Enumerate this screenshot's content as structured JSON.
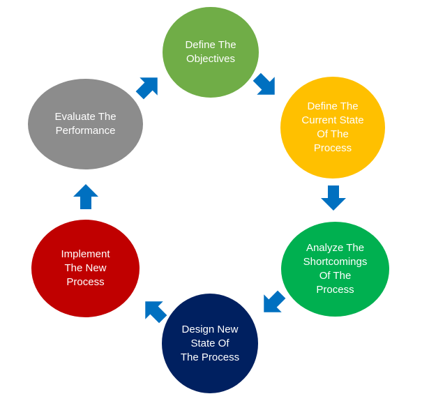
{
  "diagram": {
    "steps": [
      {
        "label": "Define The\nObjectives",
        "color": "#70ad47"
      },
      {
        "label": "Define The\nCurrent State\nOf The\nProcess",
        "color": "#ffc000"
      },
      {
        "label": "Analyze The\nShortcomings\nOf The\nProcess",
        "color": "#00b050"
      },
      {
        "label": "Design New\nState Of\nThe Process",
        "color": "#002060"
      },
      {
        "label": "Implement\nThe New\nProcess",
        "color": "#c00000"
      },
      {
        "label": "Evaluate The\nPerformance",
        "color": "#8c8c8c"
      }
    ],
    "arrow_color": "#0070c0",
    "arrow_icon": "block-arrow-icon"
  }
}
